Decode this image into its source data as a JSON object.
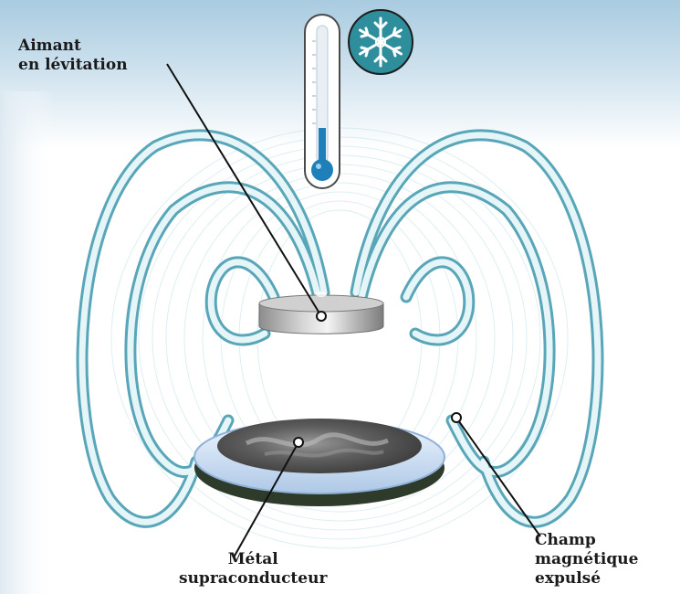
{
  "labels": {
    "magnet": [
      "Aimant",
      "en lévitation"
    ],
    "metal": [
      "Métal",
      "supraconducteur"
    ],
    "field": [
      "Champ",
      "magnétique",
      "expulsé"
    ]
  },
  "icons": {
    "thermometer": "thermometer-icon",
    "cold": "snowflake-icon"
  },
  "colors": {
    "background_top": "#a9cbe0",
    "background_bottom": "#ffffff",
    "field_line_outline": "#58a6b8",
    "field_line_fill": "#e6f5f8",
    "magnet": "#b5b5b5",
    "disk": "#6f6f6f",
    "snowflake_badge": "#2f8e9c",
    "thermometer_bulb": "#1f7fb8",
    "pointer": "#111111"
  }
}
